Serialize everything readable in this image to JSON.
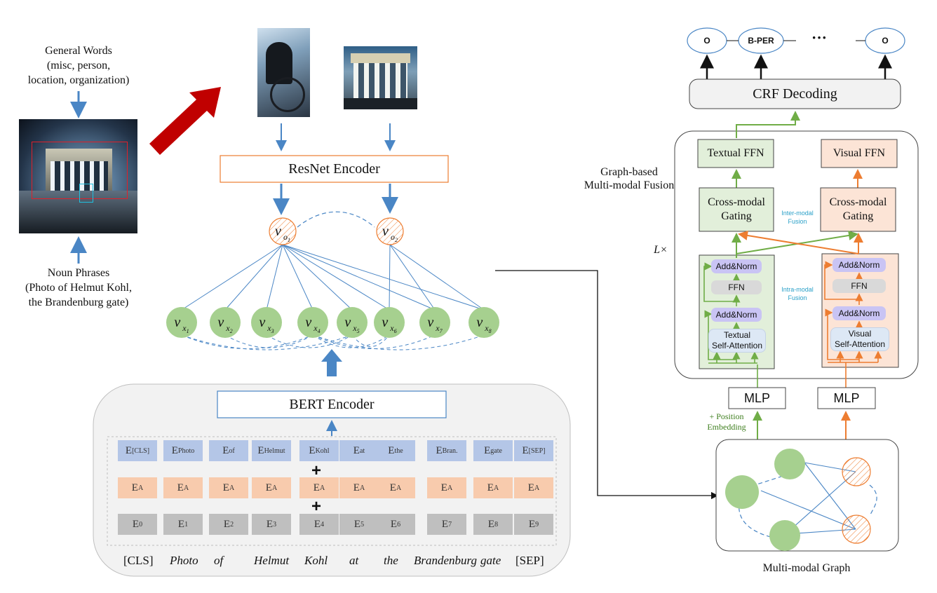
{
  "left": {
    "general_words": [
      "General Words",
      "(misc, person,",
      "location, organization)"
    ],
    "noun_phrases": [
      "Noun Phrases",
      "(Photo of Helmut Kohl,",
      "the Brandenburg gate)"
    ]
  },
  "resnet_label": "ResNet Encoder",
  "bert_label": "BERT Encoder",
  "visual_nodes": [
    {
      "base": "v",
      "sub": "o",
      "subsub": "1"
    },
    {
      "base": "v",
      "sub": "o",
      "subsub": "2"
    }
  ],
  "text_nodes": [
    {
      "base": "v",
      "sub": "x",
      "subsub": "1"
    },
    {
      "base": "v",
      "sub": "x",
      "subsub": "2"
    },
    {
      "base": "v",
      "sub": "x",
      "subsub": "3"
    },
    {
      "base": "v",
      "sub": "x",
      "subsub": "4"
    },
    {
      "base": "v",
      "sub": "x",
      "subsub": "5"
    },
    {
      "base": "v",
      "sub": "x",
      "subsub": "6"
    },
    {
      "base": "v",
      "sub": "x",
      "subsub": "7"
    },
    {
      "base": "v",
      "sub": "x",
      "subsub": "8"
    }
  ],
  "token_embeddings": [
    {
      "base": "E",
      "sub": "[CLS]"
    },
    {
      "base": "E",
      "sub": "Photo"
    },
    {
      "base": "E",
      "sub": "of"
    },
    {
      "base": "E",
      "sub": "Helmut"
    },
    {
      "base": "E",
      "sub": "Kohl"
    },
    {
      "base": "E",
      "sub": "at"
    },
    {
      "base": "E",
      "sub": "the"
    },
    {
      "base": "E",
      "sub": "Bran."
    },
    {
      "base": "E",
      "sub": "gate"
    },
    {
      "base": "E",
      "sub": "[SEP]"
    }
  ],
  "segment_embedding": {
    "base": "E",
    "sub": "A"
  },
  "position_embeddings": [
    {
      "base": "E",
      "sub": "0"
    },
    {
      "base": "E",
      "sub": "1"
    },
    {
      "base": "E",
      "sub": "2"
    },
    {
      "base": "E",
      "sub": "3"
    },
    {
      "base": "E",
      "sub": "4"
    },
    {
      "base": "E",
      "sub": "5"
    },
    {
      "base": "E",
      "sub": "6"
    },
    {
      "base": "E",
      "sub": "7"
    },
    {
      "base": "E",
      "sub": "8"
    },
    {
      "base": "E",
      "sub": "9"
    }
  ],
  "plus_sign": "+",
  "words": [
    {
      "text": "[CLS]",
      "italic": false
    },
    {
      "text": "Photo",
      "italic": true
    },
    {
      "text": "of",
      "italic": true
    },
    {
      "text": "Helmut",
      "italic": true
    },
    {
      "text": "Kohl",
      "italic": true
    },
    {
      "text": "at",
      "italic": true
    },
    {
      "text": "the",
      "italic": true
    },
    {
      "text": "Brandenburg",
      "italic": true
    },
    {
      "text": "gate",
      "italic": true
    },
    {
      "text": "[SEP]",
      "italic": false
    }
  ],
  "right": {
    "outputs": [
      "O",
      "B-PER",
      "O"
    ],
    "ellipsis": "···",
    "crf_label": "CRF Decoding",
    "fusion_title": [
      "Graph-based",
      "Multi-modal Fusion"
    ],
    "textual_ffn": "Textual FFN",
    "visual_ffn": "Visual FFN",
    "cross_modal_gating": [
      "Cross-modal",
      "Gating"
    ],
    "inter_modal": [
      "Inter-modal",
      "Fusion"
    ],
    "intra_modal": [
      "Intra-modal",
      "Fusion"
    ],
    "repeat": "L×",
    "add_norm": "Add&Norm",
    "ffn": "FFN",
    "textual_attention": [
      "Textual",
      "Self-Attention"
    ],
    "visual_attention": [
      "Visual",
      "Self-Attention"
    ],
    "mlp": "MLP",
    "position_embedding": [
      "+ Position",
      "Embedding"
    ],
    "graph_label": "Multi-modal Graph"
  },
  "colors": {
    "blue_line": "#4a86c5",
    "green_node": "#a6d08f",
    "orange": "#ed7d31",
    "green_arrow": "#70ad47",
    "red_arrow": "#c00000",
    "textual_panel": "#e2efda",
    "visual_panel": "#fce4d6"
  }
}
